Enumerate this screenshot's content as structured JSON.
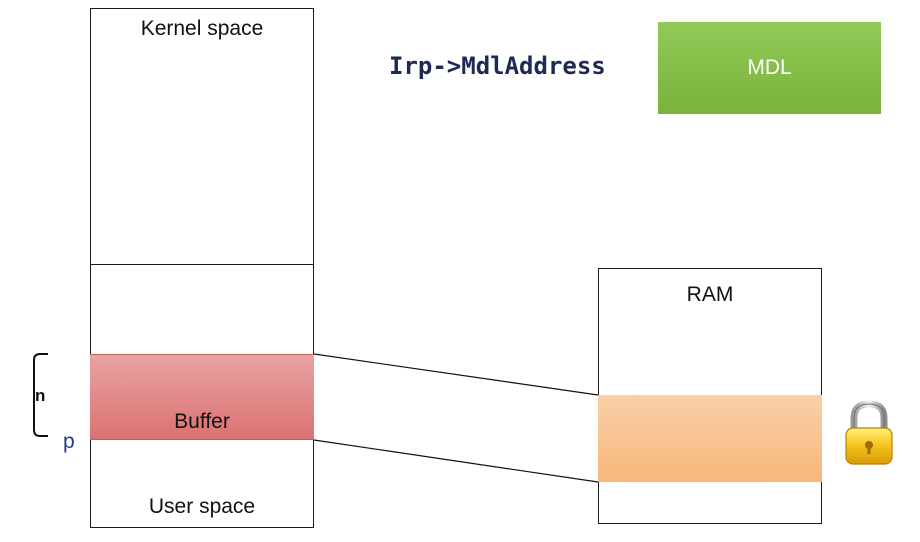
{
  "kernel_space": {
    "label": "Kernel space"
  },
  "user_space": {
    "label": "User space"
  },
  "buffer": {
    "label": "Buffer",
    "size_label": "n",
    "pointer_label": "p"
  },
  "ram": {
    "label": "RAM"
  },
  "irp": {
    "label": "Irp->MdlAddress"
  },
  "mdl": {
    "label": "MDL"
  },
  "colors": {
    "buffer": "#e08a8a",
    "ram_region": "#f8c490",
    "mdl": "#86be48",
    "irp_text": "#1c2a55"
  },
  "icons": {
    "lock": "padlock-icon"
  }
}
